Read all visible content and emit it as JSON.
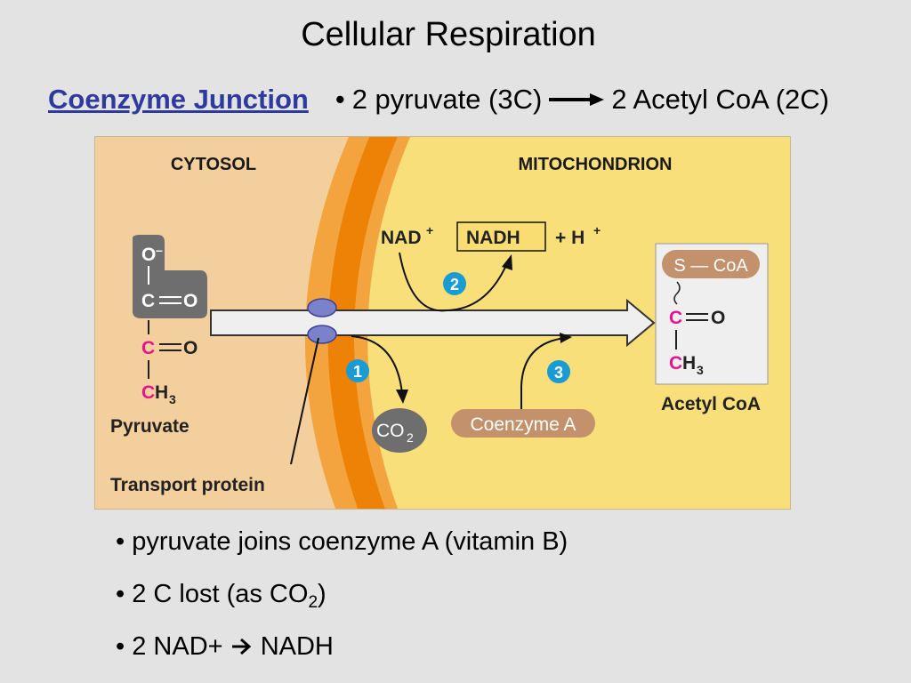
{
  "title": "Cellular Respiration",
  "heading": {
    "link_text": "Coenzyme Junction",
    "bullet_symbol": "•",
    "reactant": "2 pyruvate (3C)",
    "product": "2 Acetyl CoA (2C)"
  },
  "diagram": {
    "cytosol_label": "CYTOSOL",
    "mitochondrion_label": "MITOCHONDRION",
    "pyruvate": {
      "atom_o_minus": "O",
      "minus_sign": "–",
      "atom_c1": "C",
      "atom_o1": "O",
      "atom_c2": "C",
      "atom_o2": "O",
      "atom_c3": "C",
      "atom_h3": "H",
      "sub_3": "3",
      "label": "Pyruvate"
    },
    "transport_protein_label": "Transport protein",
    "nad_label": "NAD",
    "plus_superscript": "+",
    "nadh_label": "NADH",
    "h_label": "+ H",
    "step_numbers": [
      "1",
      "2",
      "3"
    ],
    "co2": {
      "main": "CO",
      "sub": "2"
    },
    "coenzyme_a_label": "Coenzyme A",
    "acetyl_coa": {
      "s_coa": "S — CoA",
      "atom_c1": "C",
      "atom_o": "O",
      "atom_c2": "C",
      "atom_h3": "H",
      "sub_3": "3",
      "label": "Acetyl CoA"
    },
    "colors": {
      "cytosol": "#f4cf9e",
      "mitochondrion": "#f8df79",
      "membrane_outer": "#f3a43f",
      "membrane_inner": "#ed8207",
      "group_gray": "#6e6e6e",
      "coenzyme_brown": "#c3916b",
      "step_circle": "#199cd3",
      "carbon_highlight": "#e5138d",
      "transport_protein": "#7b82c9"
    }
  },
  "bullets": {
    "bullet_symbol": "•",
    "item1": "pyruvate joins coenzyme A (vitamin B)",
    "item2_text": "2 C lost (as CO",
    "item2_sub": "2",
    "item2_close": ")",
    "item3_text": "2 NAD+",
    "item3_product": "NADH"
  }
}
